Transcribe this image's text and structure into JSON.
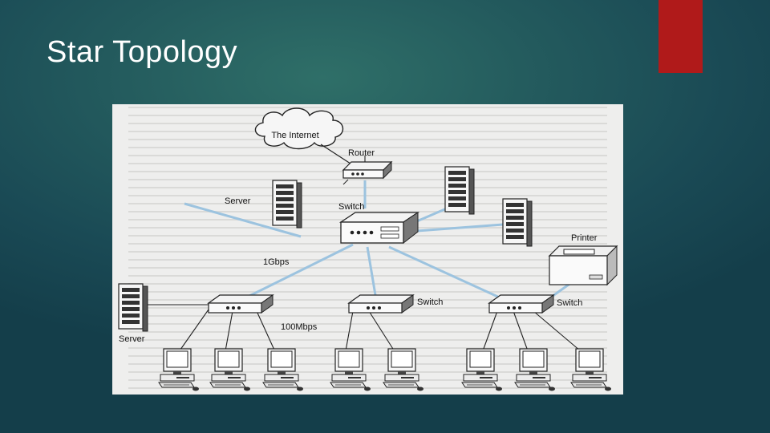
{
  "slide": {
    "title": "Star Topology",
    "accent_color": "#b01a1a"
  },
  "diagram": {
    "labels": {
      "internet": "The Internet",
      "router": "Router",
      "server_top": "Server",
      "switch_center": "Switch",
      "printer": "Printer",
      "speed_1g": "1Gbps",
      "speed_100m": "100Mbps",
      "server_bottom": "Server",
      "switch_mid": "Switch",
      "switch_right": "Switch"
    },
    "link_color": "#9cc3df"
  }
}
